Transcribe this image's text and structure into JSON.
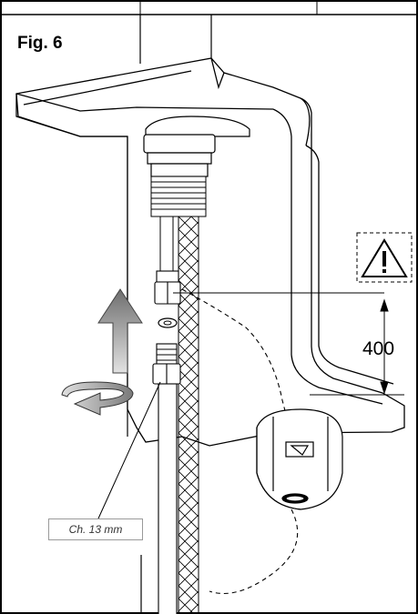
{
  "figure": {
    "label": "Fig. 6",
    "dimension_value": "400",
    "wrench_callout": "Ch. 13 mm",
    "warning_icon": "warning-triangle-icon",
    "colors": {
      "line": "#000000",
      "arrow_fill": "#7d7d7d",
      "arrow_light": "#c9c9c9",
      "bracket_fill": "#ffffff"
    }
  }
}
